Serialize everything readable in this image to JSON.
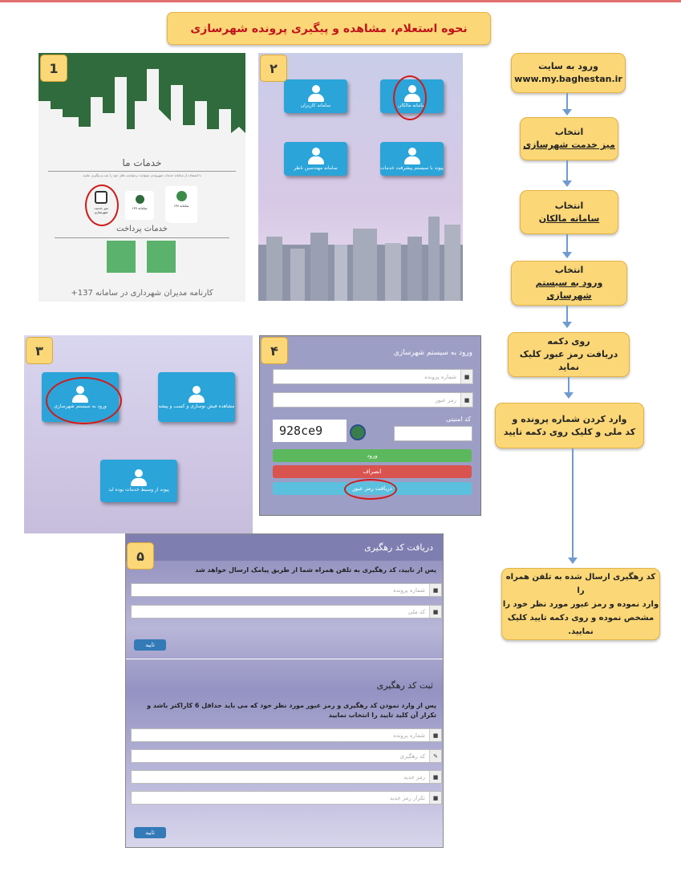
{
  "title": "نحوه استعلام، مشاهده و پیگیری پرونده شهرسازی",
  "flow": [
    {
      "line1": "ورود به سایت",
      "line2": "www.my.baghestan.ir",
      "u2": false
    },
    {
      "line1": "انتخاب",
      "line2": "میز خدمت شهرسازی",
      "u2": true
    },
    {
      "line1": "انتخاب",
      "line2": "سامانه مالکان",
      "u2": true
    },
    {
      "line1": "انتخاب",
      "line2": "ورود به سیستم شهرسازی",
      "u2": true
    },
    {
      "line1": "روی دکمه",
      "line2": "دریافت رمز عبور کلیک نماید",
      "u2": false
    },
    {
      "line1": "وارد کردن شماره پرونده و",
      "line2": "کد ملی و کلیک روی دکمه تایید",
      "u2": false
    },
    {
      "line1": "کد رهگیری ارسال شده به تلفن همراه را",
      "line2": "وارد نموده و رمز عبور مورد نظر خود را",
      "line3": "مشخص نموده و روی دکمه تایید کلیک",
      "line4": "نمایید."
    }
  ],
  "badges": [
    "1",
    "۲",
    "۳",
    "۴",
    "۵"
  ],
  "panel1": {
    "heading": "خدمات ما",
    "sub": "با استفاده از سامانه خدمات شهروندی میتوانید درخواست های خود را ثبت و پیگیری نمایید",
    "svc1": "میز خدمت شهرسازی",
    "svc2": "سامانه ۱۳۷",
    "svc3": "سامانه ۱۳۷",
    "pay": "خدمات پرداخت",
    "footer": "کارنامه مدیران شهرداری در سامانه 137+"
  },
  "panel2": {
    "t1": "سامانه مالکان",
    "t2": "سامانه کاربران",
    "t3": "پیوند با سیستم پیشرفت خدمات",
    "t4": "سامانه مهندسین ناظر"
  },
  "panel3": {
    "t1": "ورود به سیستم شهرسازی",
    "t2": "مشاهده فیش نوسازی و کسب و پیشه",
    "t3": "پیوند از وسیط خدمات بوده اید"
  },
  "panel4": {
    "heading": "ورود به سیستم شهرسازی",
    "f1": "شماره پرونده",
    "f2": "رمز عبور",
    "captcha_label": "کد امنیتی",
    "captcha": "928ce9",
    "login": "ورود",
    "cancel": "انصراف",
    "getpass": "دریافت رمز عبور"
  },
  "panel5": {
    "heading1": "دریافت کد رهگیری",
    "desc1": "پس از تایید، کد رهگیری به تلفن همراه شما از طریق پیامک ارسال خواهد شد",
    "f1": "شماره پرونده",
    "f2": "کد ملی",
    "confirm": "تایید",
    "heading2": "ثبت کد رهگیری",
    "desc2": "پس از وارد نمودن کد رهگیری و رمز عبور مورد نظر خود که می باید حداقل 6 کاراکتر باشد و تکرار آن کلید تایید را انتخاب نمایید",
    "g1": "شماره پرونده",
    "g2": "کد رهگیری",
    "g3": "رمز جدید",
    "g4": "تکرار رمز جدید",
    "confirm2": "تایید"
  },
  "colors": {
    "accent_box": "#fbd777",
    "arrow": "#6f9bd1",
    "tile": "#2aa4d9",
    "circle": "#d01b1b"
  }
}
